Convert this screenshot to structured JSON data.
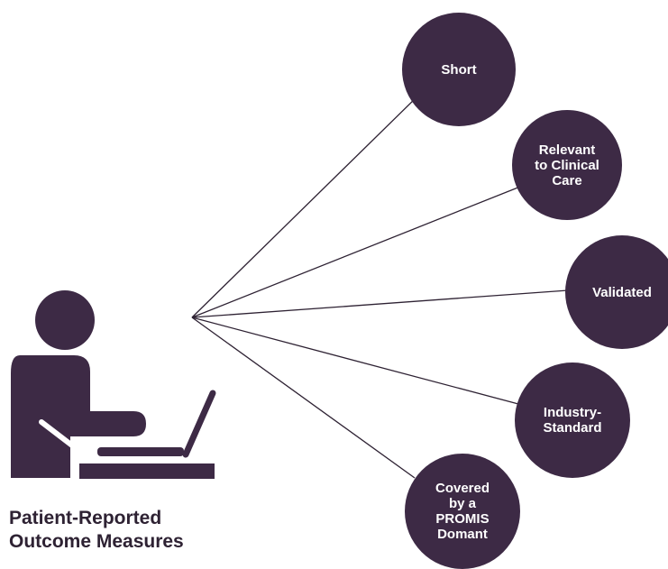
{
  "colors": {
    "node_fill": "#3d2a45",
    "connector": "#2e2233",
    "figure": "#3d2a45",
    "caption": "#2e2233"
  },
  "icon": "person-at-laptop-icon",
  "caption": "Patient-Reported\nOutcome Measures",
  "nodes": [
    {
      "label": "Short"
    },
    {
      "label": "Relevant\nto Clinical\nCare"
    },
    {
      "label": "Validated"
    },
    {
      "label": "Industry-\nStandard"
    },
    {
      "label": "Covered\nby a\nPROMIS\nDomant"
    }
  ]
}
